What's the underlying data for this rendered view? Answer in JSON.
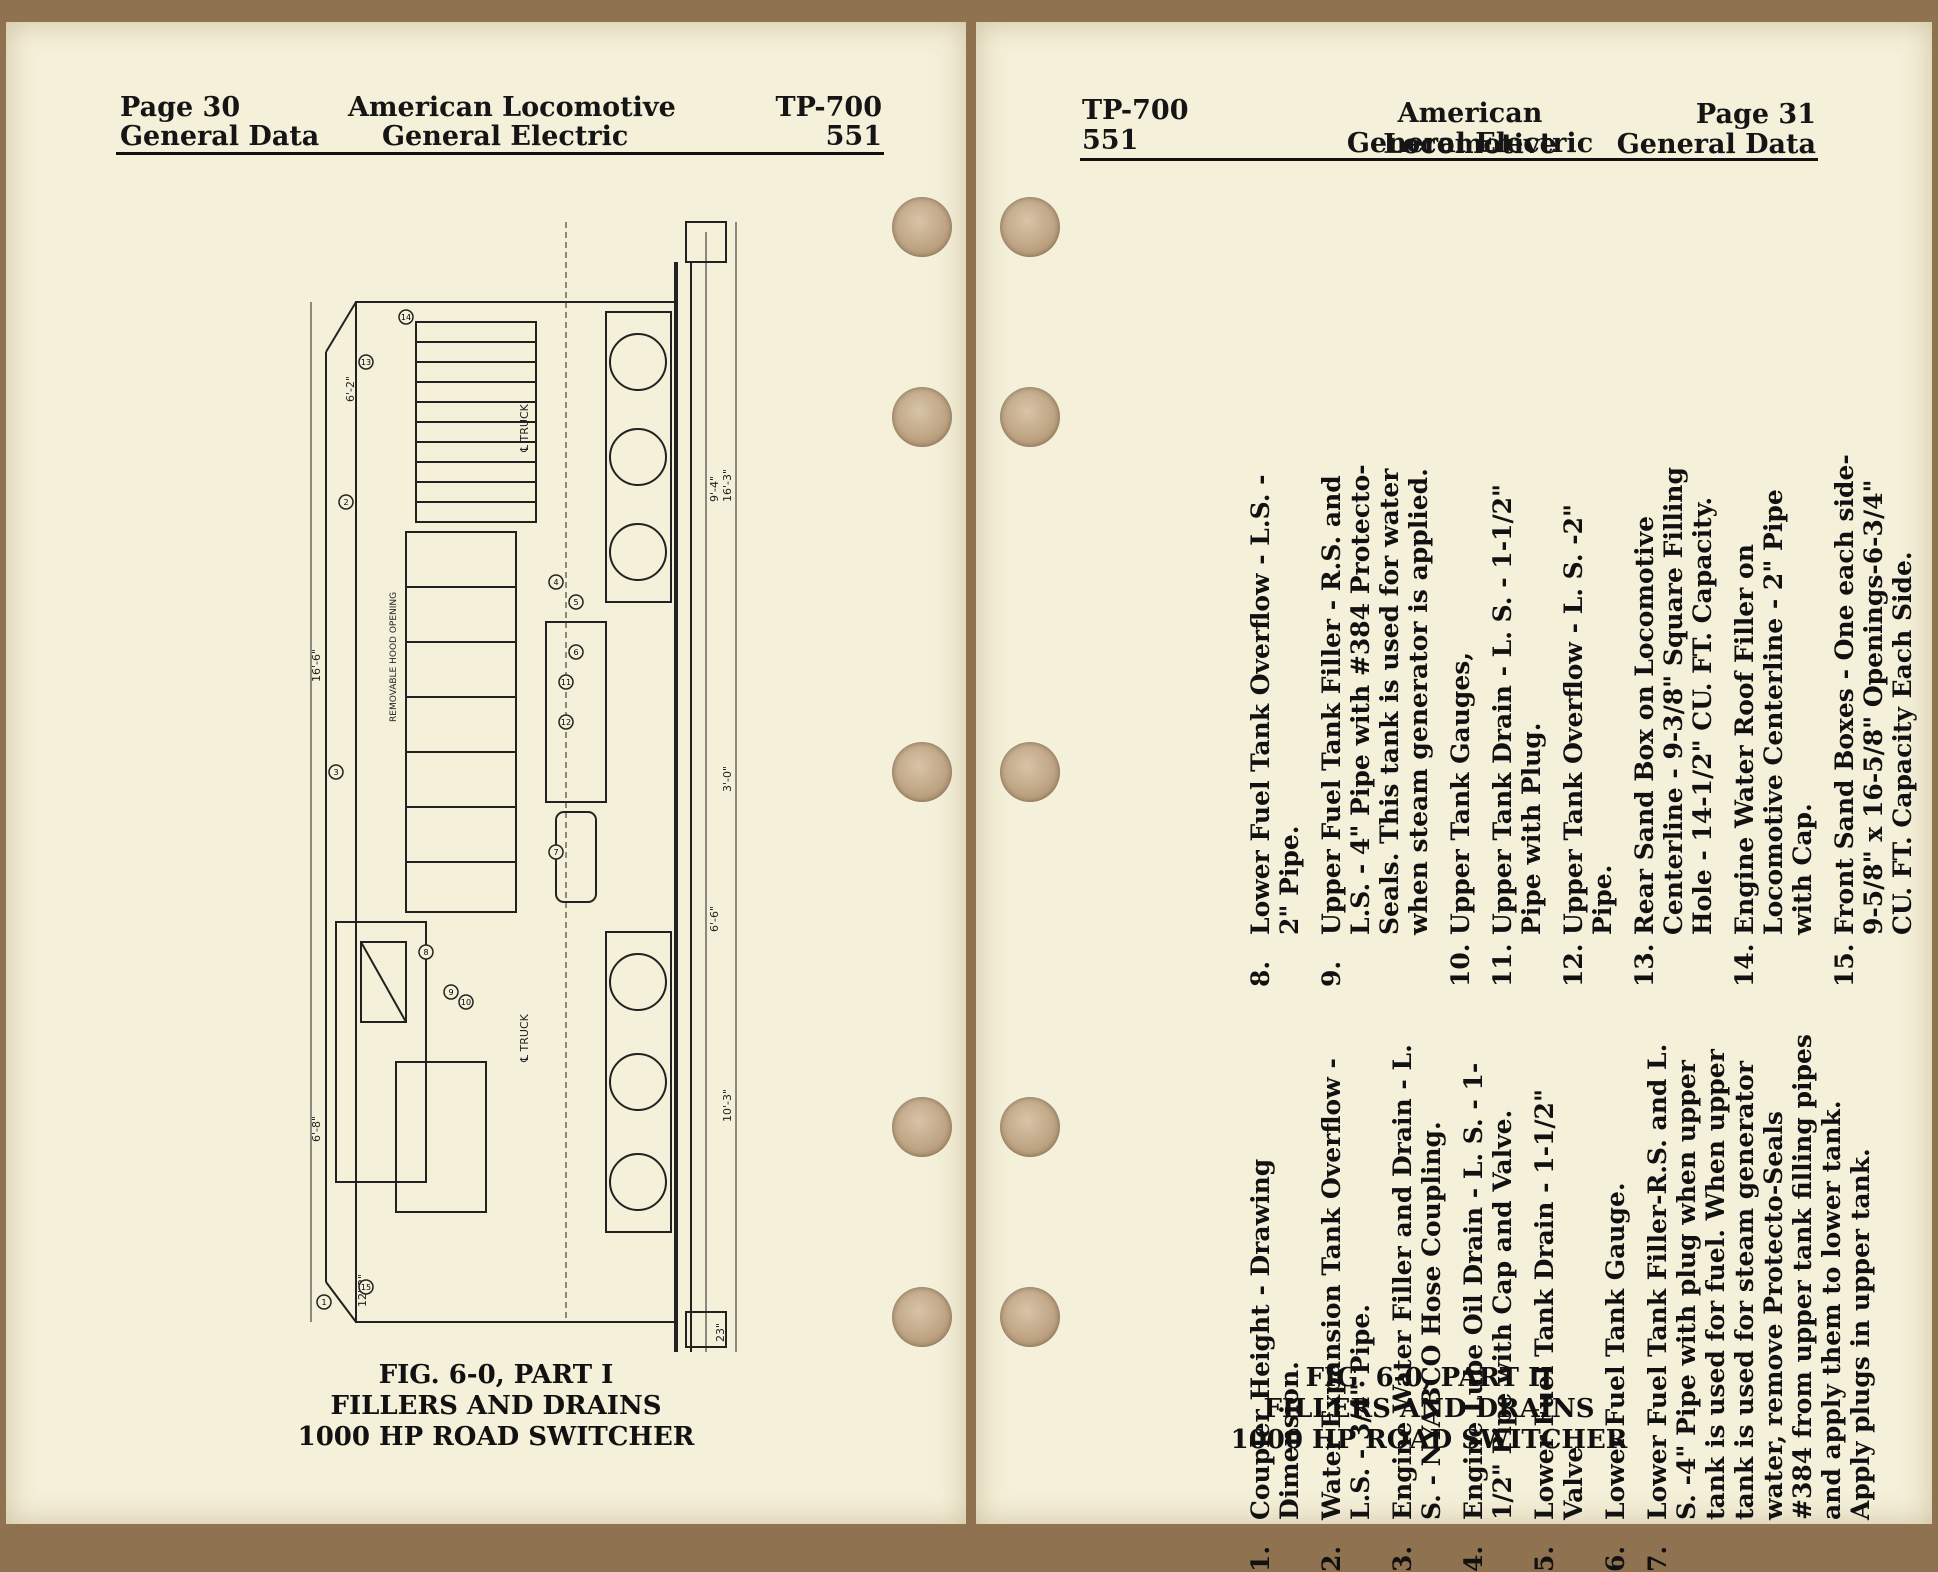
{
  "left_page": {
    "page_num": "Page 30",
    "section": "General Data",
    "company_line1": "American Locomotive",
    "company_line2": "General Electric",
    "doc_code": "TP-700",
    "doc_num": "551",
    "figure": {
      "caption_line1": "FIG. 6-0, PART I",
      "caption_line2": "FILLERS AND DRAINS",
      "caption_line3": "1000 HP ROAD SWITCHER",
      "labels": {
        "removable_hood": "REMOVABLE HOOD OPENING",
        "truck": "℄ TRUCK",
        "dim_overall_left": "16'-6\"",
        "dim_a": "6'-2\"",
        "dim_b": "9'-4\"",
        "dim_c": "16'-3\"",
        "dim_d": "3'-0\"",
        "dim_e": "6'-6\"",
        "dim_f": "10'-3\"",
        "dim_g": "6'-8\"",
        "dim_h": "12'-2\"",
        "dim_i": "23\""
      },
      "callouts": [
        "1",
        "2",
        "3",
        "4",
        "5",
        "6",
        "7",
        "8",
        "9",
        "10",
        "11",
        "12",
        "13",
        "14",
        "15"
      ]
    }
  },
  "right_page": {
    "doc_code": "TP-700",
    "doc_num": "551",
    "company_line1": "American Locomotive",
    "company_line2": "General Electric",
    "page_num": "Page 31",
    "section": "General Data",
    "items_col1": [
      {
        "num": "1.",
        "text": "Coupler Height - Drawing Dimension."
      },
      {
        "num": "2.",
        "text": "Water Expansion Tank Overflow - L.S. - 3/4\" Pipe."
      },
      {
        "num": "3.",
        "text": "Engine Water Filler and Drain - L. S. - NYABCO Hose Coupling."
      },
      {
        "num": "4.",
        "text": "Engine Lube Oil Drain - L. S. - 1-1/2\" Pipe with Cap and Valve."
      },
      {
        "num": "5.",
        "text": "Lower Fuel Tank Drain - 1-1/2\" Valve."
      },
      {
        "num": "6.",
        "text": "Lower Fuel Tank Gauge."
      },
      {
        "num": "7.",
        "text": "Lower Fuel Tank Filler-R.S. and L. S. -4\" Pipe with plug when upper tank is used for fuel. When upper tank is used for steam generator water, remove Protecto-Seals #384 from upper tank filling pipes and apply them to lower tank. Apply plugs in upper tank."
      }
    ],
    "items_col2": [
      {
        "num": "8.",
        "text": "Lower Fuel Tank Overflow - L.S. - 2\" Pipe."
      },
      {
        "num": "9.",
        "text": "Upper Fuel Tank Filler - R.S. and L.S. - 4\" Pipe with #384 Protecto-Seals. This tank is used for water when steam generator is applied."
      },
      {
        "num": "10.",
        "text": "Upper Tank Gauges,"
      },
      {
        "num": "11.",
        "text": "Upper Tank Drain - L. S. - 1-1/2\" Pipe with Plug."
      },
      {
        "num": "12.",
        "text": "Upper Tank Overflow - L. S. -2\" Pipe."
      },
      {
        "num": "13.",
        "text": "Rear Sand Box on Locomotive Centerline - 9-3/8\" Square Filling Hole - 14-1/2\" CU. FT. Capacity."
      },
      {
        "num": "14.",
        "text": "Engine Water Roof Filler on Locomotive Centerline - 2\" Pipe with Cap."
      },
      {
        "num": "15.",
        "text": "Front Sand Boxes - One each side- 9-5/8\" x 16-5/8\" Openings-6-3/4\" CU. FT. Capacity Each Side."
      }
    ],
    "figure": {
      "caption_line1": "FIG. 6-0, PART II",
      "caption_line2": "FILLERS AND DRAINS",
      "caption_line3": "1000 HP ROAD SWITCHER"
    }
  }
}
